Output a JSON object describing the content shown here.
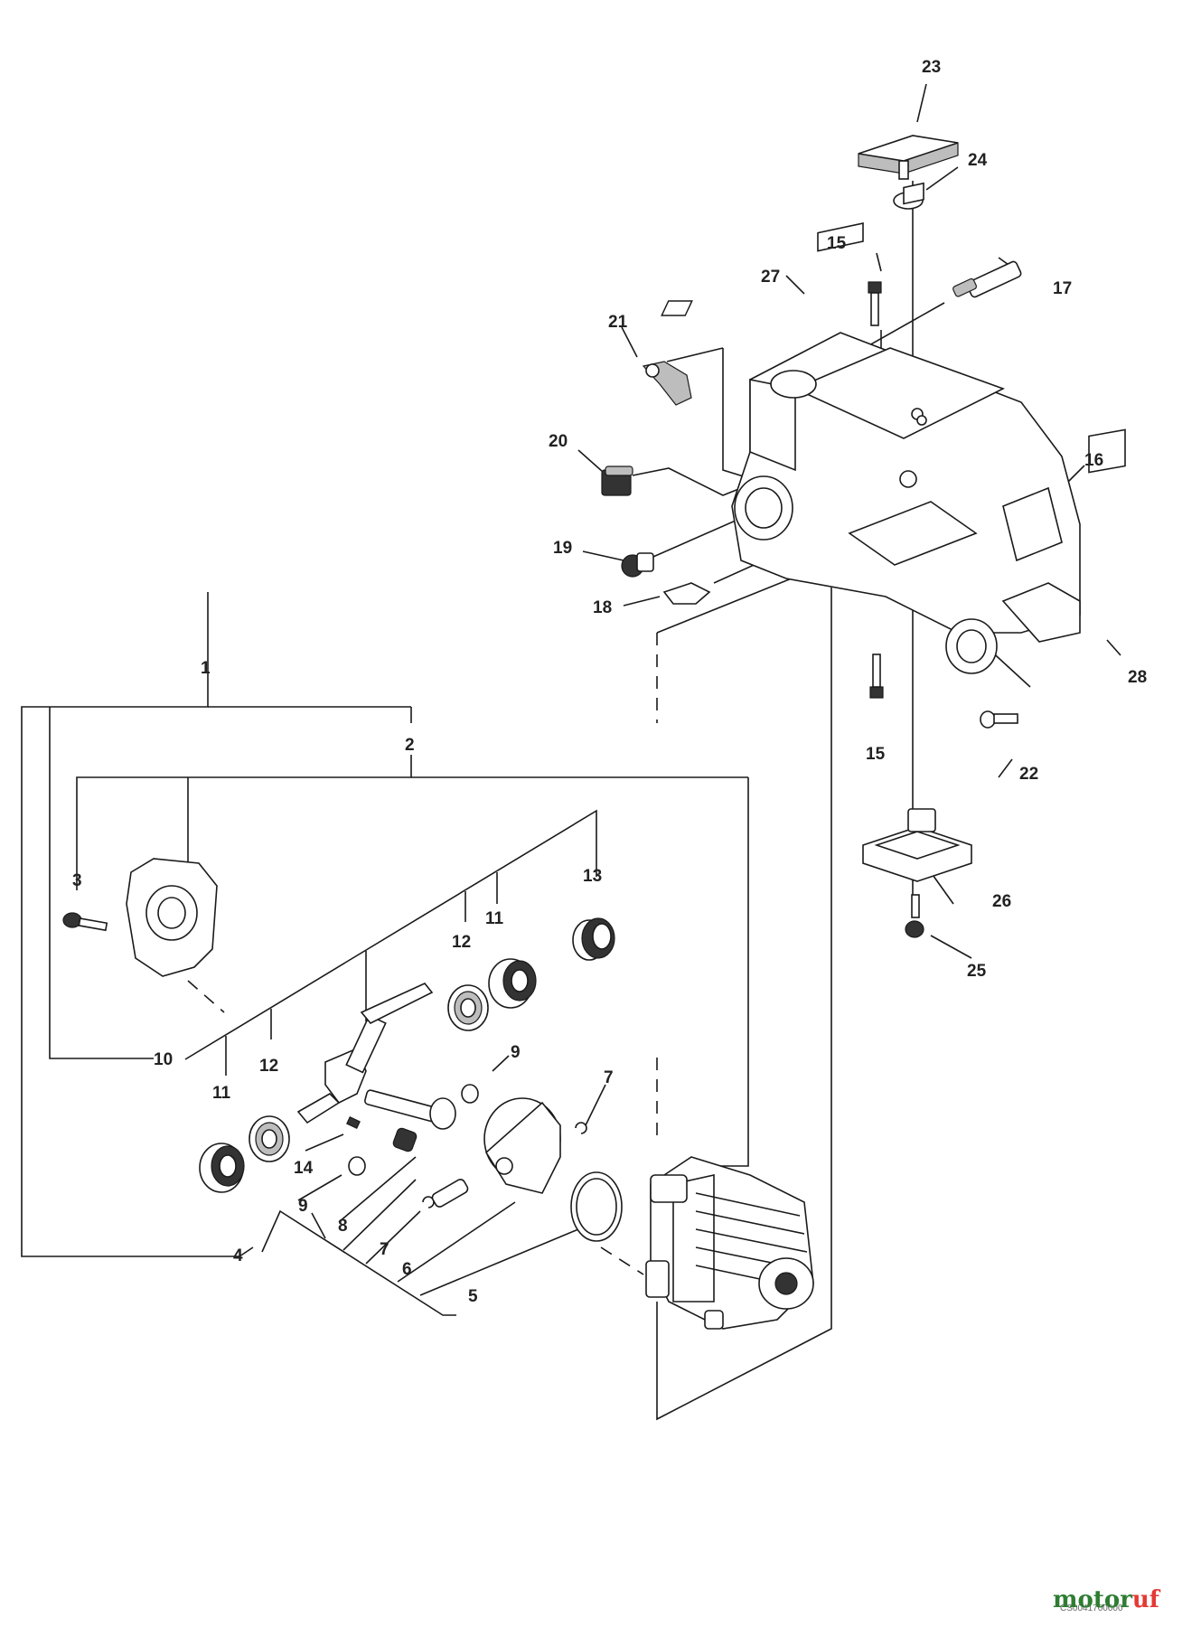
{
  "callouts": [
    "1",
    "2",
    "3",
    "4",
    "5",
    "6",
    "7",
    "7",
    "8",
    "9",
    "9",
    "10",
    "11",
    "11",
    "12",
    "12",
    "13",
    "14",
    "15",
    "15",
    "16",
    "17",
    "18",
    "19",
    "20",
    "21",
    "22",
    "23",
    "24",
    "25",
    "26",
    "27",
    "28"
  ],
  "footer": {
    "drawing_code": "CS0041700000",
    "watermark": {
      "motor": "motor",
      "uf": "uf",
      "colors": {
        "motor": "#2e7d32",
        "uf": "#e53935"
      }
    }
  }
}
